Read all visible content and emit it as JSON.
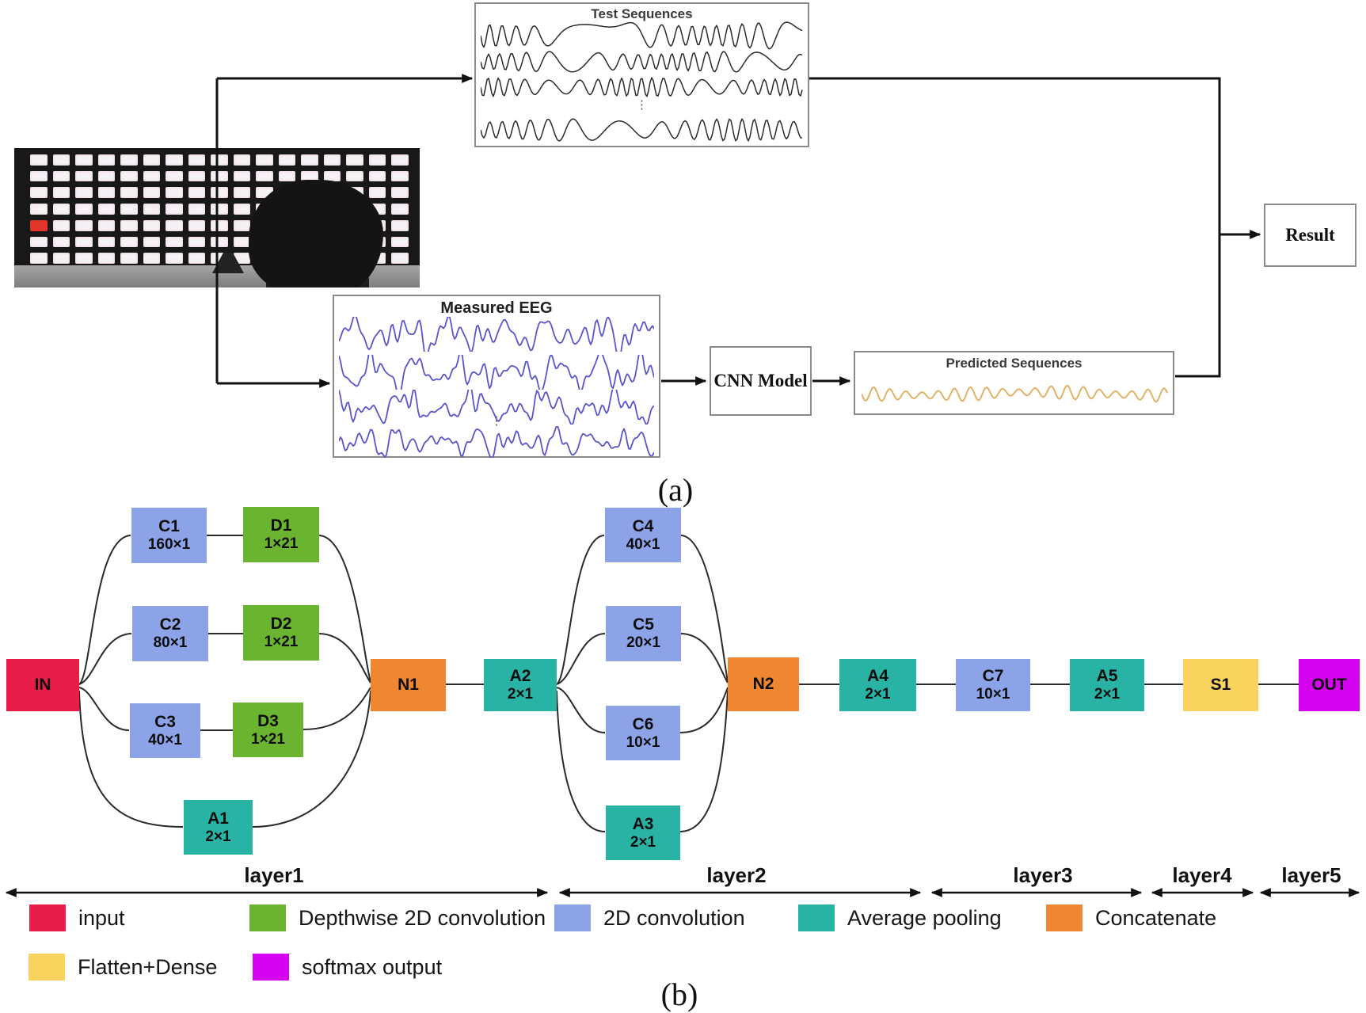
{
  "panel_a": {
    "label": "(a)",
    "test_sequences": {
      "title": "Test Sequences",
      "ellipsis": "⋮"
    },
    "measured_eeg": {
      "title": "Measured EEG",
      "ellipsis": "⋮"
    },
    "cnn_model": {
      "title": "CNN Model"
    },
    "predicted_sequences": {
      "title": "Predicted Sequences"
    },
    "result": {
      "title": "Result"
    }
  },
  "panel_b": {
    "label": "(b)",
    "nodes": [
      {
        "id": "IN",
        "name": "IN",
        "size": "",
        "type": "input"
      },
      {
        "id": "C1",
        "name": "C1",
        "size": "160×1",
        "type": "conv2d"
      },
      {
        "id": "C2",
        "name": "C2",
        "size": "80×1",
        "type": "conv2d"
      },
      {
        "id": "C3",
        "name": "C3",
        "size": "40×1",
        "type": "conv2d"
      },
      {
        "id": "D1",
        "name": "D1",
        "size": "1×21",
        "type": "depthwise"
      },
      {
        "id": "D2",
        "name": "D2",
        "size": "1×21",
        "type": "depthwise"
      },
      {
        "id": "D3",
        "name": "D3",
        "size": "1×21",
        "type": "depthwise"
      },
      {
        "id": "A1",
        "name": "A1",
        "size": "2×1",
        "type": "avgpool"
      },
      {
        "id": "N1",
        "name": "N1",
        "size": "",
        "type": "concat"
      },
      {
        "id": "A2",
        "name": "A2",
        "size": "2×1",
        "type": "avgpool"
      },
      {
        "id": "C4",
        "name": "C4",
        "size": "40×1",
        "type": "conv2d"
      },
      {
        "id": "C5",
        "name": "C5",
        "size": "20×1",
        "type": "conv2d"
      },
      {
        "id": "C6",
        "name": "C6",
        "size": "10×1",
        "type": "conv2d"
      },
      {
        "id": "A3",
        "name": "A3",
        "size": "2×1",
        "type": "avgpool"
      },
      {
        "id": "N2",
        "name": "N2",
        "size": "",
        "type": "concat"
      },
      {
        "id": "A4",
        "name": "A4",
        "size": "2×1",
        "type": "avgpool"
      },
      {
        "id": "C7",
        "name": "C7",
        "size": "10×1",
        "type": "conv2d"
      },
      {
        "id": "A5",
        "name": "A5",
        "size": "2×1",
        "type": "avgpool"
      },
      {
        "id": "S1",
        "name": "S1",
        "size": "",
        "type": "flatten"
      },
      {
        "id": "OUT",
        "name": "OUT",
        "size": "",
        "type": "softmax"
      }
    ],
    "layers": [
      {
        "label": "layer1"
      },
      {
        "label": "layer2"
      },
      {
        "label": "layer3"
      },
      {
        "label": "layer4"
      },
      {
        "label": "layer5"
      }
    ],
    "legend": [
      {
        "label": "input",
        "type": "input"
      },
      {
        "label": "Depthwise 2D convolution",
        "type": "depthwise"
      },
      {
        "label": "2D convolution",
        "type": "conv2d"
      },
      {
        "label": "Average pooling",
        "type": "avgpool"
      },
      {
        "label": "Concatenate",
        "type": "concat"
      },
      {
        "label": "Flatten+Dense",
        "type": "flatten"
      },
      {
        "label": "softmax output",
        "type": "softmax"
      }
    ]
  },
  "colors": {
    "input": "#e91d49",
    "conv2d": "#8ca3e8",
    "depthwise": "#6ab42f",
    "avgpool": "#29b3a5",
    "concat": "#ee8632",
    "flatten": "#f8d35e",
    "softmax": "#d603f0",
    "eeg_trace": "#5a55cc",
    "predicted_trace": "#e2b269",
    "wave_stroke": "#2b2b2b"
  }
}
